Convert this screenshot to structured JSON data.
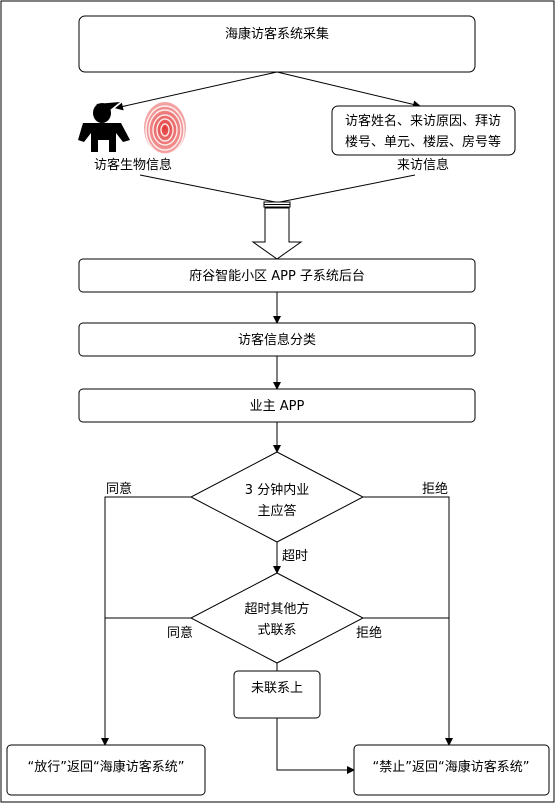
{
  "diagram": {
    "nodes": {
      "collect": "海康访客系统采集",
      "bio_label": "访客生物信息",
      "visit_info_line1": "访客姓名、来访原因、拜访",
      "visit_info_line2": "楼号、单元、楼层、房号等",
      "visit_info_label": "来访信息",
      "backend": "府谷智能小区 APP 子系统后台",
      "classify": "访客信息分类",
      "owner_app": "业主 APP",
      "decision1_line1": "3 分钟内业",
      "decision1_line2": "主应答",
      "decision2_line1": "超时其他方",
      "decision2_line2": "式联系",
      "not_contacted": "未联系上",
      "pass_result": "“放行”返回“海康访客系统”",
      "deny_result": "“禁止”返回“海康访客系统”"
    },
    "edges": {
      "agree_1": "同意",
      "reject_1": "拒绝",
      "timeout": "超时",
      "agree_2": "同意",
      "reject_2": "拒绝"
    },
    "icons": [
      "person-icon",
      "fingerprint-icon",
      "hollow-down-arrow-icon"
    ]
  }
}
